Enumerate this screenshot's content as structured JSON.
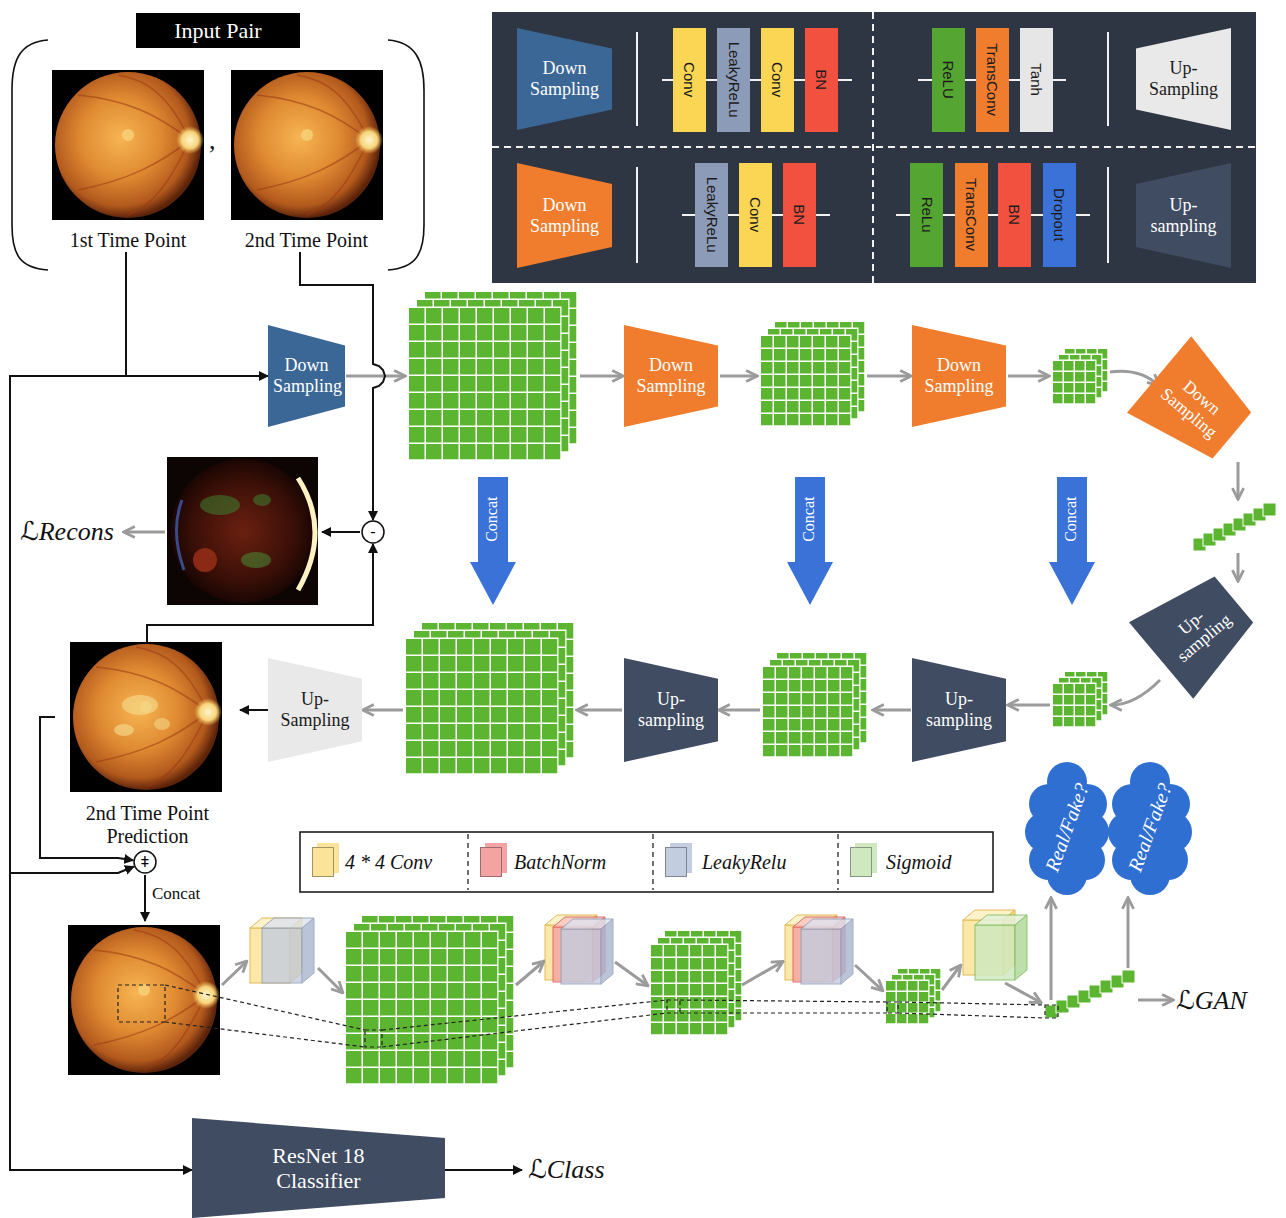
{
  "diagram": {
    "nodes": [
      {
        "text": [
          "Input Pair"
        ]
      },
      {
        "text": [
          "1st Time Point"
        ]
      },
      {
        "text": [
          "2nd Time Point"
        ]
      },
      {
        "text": [
          "Down Sampling"
        ]
      },
      {
        "text": [
          "Conv"
        ]
      },
      {
        "text": [
          "LeakyReLu"
        ]
      },
      {
        "text": [
          "Conv"
        ]
      },
      {
        "text": [
          "BN"
        ]
      },
      {
        "text": [
          "ReLU"
        ]
      },
      {
        "text": [
          "TransConv"
        ]
      },
      {
        "text": [
          "Tanh"
        ]
      },
      {
        "text": [
          "Up-Sampling"
        ]
      },
      {
        "text": [
          "Down Sampling"
        ]
      },
      {
        "text": [
          "LeakyReLu"
        ]
      },
      {
        "text": [
          "Conv"
        ]
      },
      {
        "text": [
          "BN"
        ]
      },
      {
        "text": [
          "ReLu"
        ]
      },
      {
        "text": [
          "TransConv"
        ]
      },
      {
        "text": [
          "BN"
        ]
      },
      {
        "text": [
          "Dropout"
        ]
      },
      {
        "text": [
          "Up-sampling"
        ]
      },
      {
        "text": [
          "Down Sampling"
        ]
      },
      {
        "text": [
          "Down Sampling"
        ]
      },
      {
        "text": [
          "Down Sampling"
        ]
      },
      {
        "text": [
          "Down Sampling"
        ]
      },
      {
        "text": [
          "Concat"
        ]
      },
      {
        "text": [
          "Concat"
        ]
      },
      {
        "text": [
          "Concat"
        ]
      },
      {
        "text": [
          "-"
        ]
      },
      {
        "text": [
          "Up-sampling"
        ]
      },
      {
        "text": [
          "Up-sampling"
        ]
      },
      {
        "text": [
          "Up-sampling"
        ]
      },
      {
        "text": [
          "Up-Sampling"
        ]
      },
      {
        "text": [
          "2nd Time Point Prediction"
        ]
      },
      {
        "text": [
          "ǂ"
        ]
      },
      {
        "text": [
          "Real/Fake?"
        ]
      },
      {
        "text": [
          "Real/Fake?"
        ]
      },
      {
        "text": [
          "ResNet 18 Classifier"
        ]
      }
    ],
    "edges": [
      {
        "from": 1,
        "to": 21,
        "arrow": "to"
      },
      {
        "from": 2,
        "to": 28,
        "arrow": "to"
      },
      {
        "from": 33,
        "to": 28,
        "arrow": "to"
      },
      {
        "from": 32,
        "to": 33,
        "arrow": "to"
      },
      {
        "from": 33,
        "to": 34,
        "arrow": "to"
      },
      {
        "from": 1,
        "to": 34,
        "arrow": "to"
      },
      {
        "from": 1,
        "to": 37,
        "arrow": "to"
      }
    ],
    "labels": [
      ",",
      "ℒRecons",
      "Concat",
      "ℒGAN",
      "ℒClass"
    ],
    "legend": [
      {
        "text": "4 * 4 Conv",
        "color": "#fbe49a"
      },
      {
        "text": "BatchNorm",
        "color": "#f4a3a3"
      },
      {
        "text": "LeakyRelu",
        "color": "#c3cde0"
      },
      {
        "text": "Sigmoid",
        "color": "#cfe8c0"
      }
    ]
  }
}
